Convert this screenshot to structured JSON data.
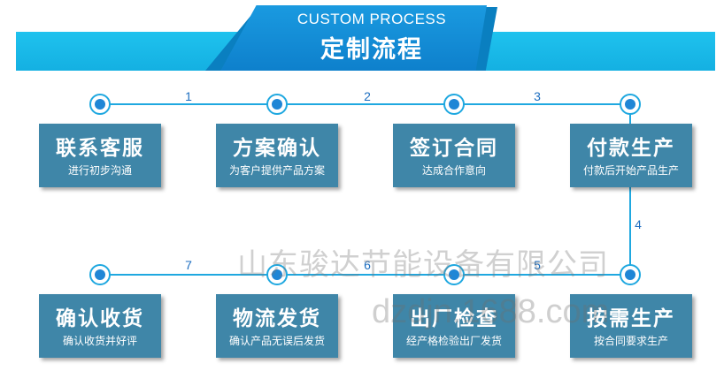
{
  "header": {
    "title_en": "CUSTOM PROCESS",
    "title_zh": "定制流程"
  },
  "connectors": [
    "1",
    "2",
    "3",
    "4",
    "5",
    "6",
    "7"
  ],
  "steps": [
    {
      "title": "联系客服",
      "subtitle": "进行初步沟通"
    },
    {
      "title": "方案确认",
      "subtitle": "为客户提供产品方案"
    },
    {
      "title": "签订合同",
      "subtitle": "达成合作意向"
    },
    {
      "title": "付款生产",
      "subtitle": "付款后开始产品生产"
    },
    {
      "title": "按需生产",
      "subtitle": "按合同要求生产"
    },
    {
      "title": "出厂检查",
      "subtitle": "经产格检验出厂发货"
    },
    {
      "title": "物流发货",
      "subtitle": "确认产品无误后发货"
    },
    {
      "title": "确认收货",
      "subtitle": "确认收货并好评"
    }
  ],
  "watermark": {
    "company": "山东骏达节能设备有限公司",
    "site": "dzdjn.1688.com"
  },
  "colors": {
    "banner": "#14b0e2",
    "tab": "#0e80cc",
    "box": "#3f86a8",
    "line": "#1fa8e0",
    "node_dot": "#1f86d6",
    "step_number": "#1d6ec0"
  }
}
